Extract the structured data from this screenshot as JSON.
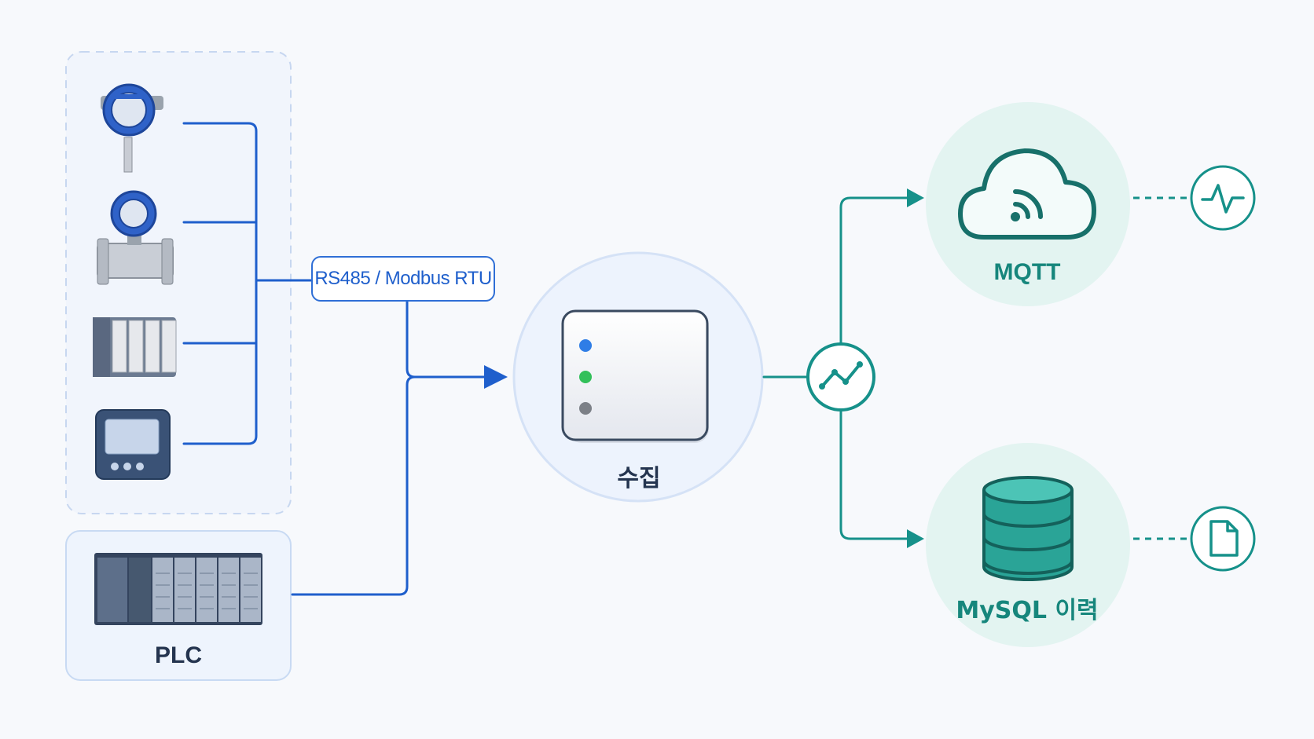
{
  "protocol": {
    "label": "RS485 / Modbus RTU"
  },
  "plc": {
    "label": "PLC"
  },
  "collector": {
    "label": "수집"
  },
  "mqtt": {
    "label": "MQTT"
  },
  "mysql": {
    "label": "MySQL 이력"
  },
  "colors": {
    "blue": "#1f5fcc",
    "teal": "#16918a",
    "dark": "#24344f"
  },
  "icons": [
    "pressure-transmitter-icon",
    "flow-meter-icon",
    "io-module-icon",
    "power-meter-icon",
    "plc-rack-icon",
    "server-box-icon",
    "trend-icon",
    "cloud-wifi-icon",
    "database-icon",
    "pulse-icon",
    "document-icon"
  ]
}
